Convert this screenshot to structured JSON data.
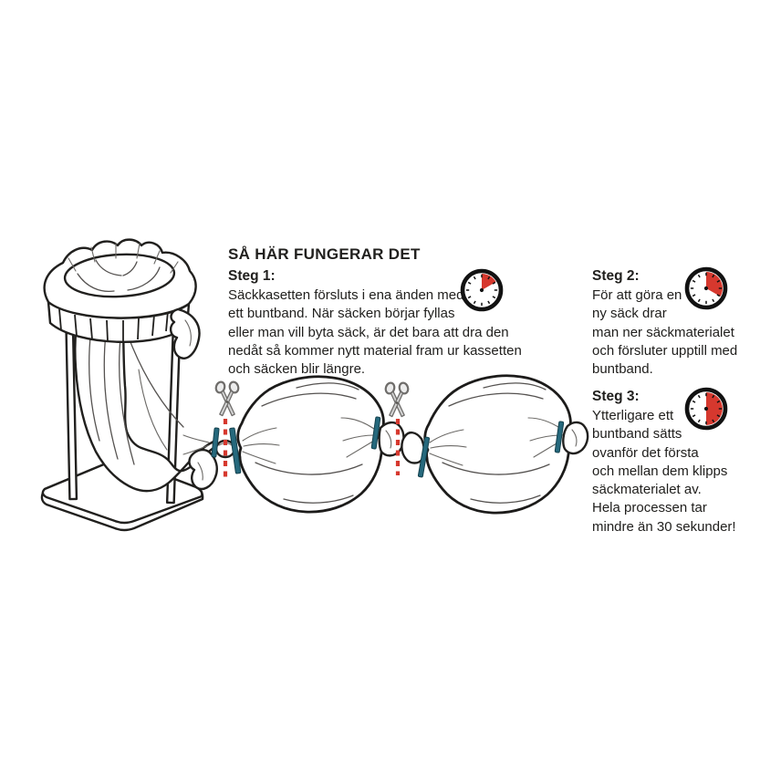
{
  "title": "SÅ HÄR FUNGERAR DET",
  "steps": {
    "steg1": {
      "heading": "Steg 1:",
      "lines": [
        "Säckkasetten försluts i ena änden med",
        "ett buntband. När säcken börjar fyllas",
        "eller man vill byta säck, är det bara att dra den",
        "nedåt så kommer nytt material fram ur kassetten",
        "och säcken blir längre."
      ],
      "timer_fraction": 0.167
    },
    "steg2": {
      "heading": "Steg 2:",
      "lines": [
        "För att göra en",
        "ny säck drar",
        "man ner säckmaterialet",
        "och försluter upptill med",
        "buntband."
      ],
      "timer_fraction": 0.333
    },
    "steg3": {
      "heading": "Steg 3:",
      "lines": [
        "Ytterligare ett",
        "buntband sätts",
        "ovanför det första",
        "och mellan dem klipps",
        "säckmaterialet av.",
        "Hela processen tar",
        "mindre än 30 sekunder!"
      ],
      "timer_fraction": 0.5
    }
  },
  "icons": {
    "timer": "timer-clock-icon",
    "scissors": "scissors-icon",
    "cut_line": "cut-here-dashed-line"
  },
  "colors": {
    "accent_red": "#d6382e",
    "tie_teal": "#26697d",
    "ink_black": "#21201e",
    "background": "#ffffff"
  }
}
